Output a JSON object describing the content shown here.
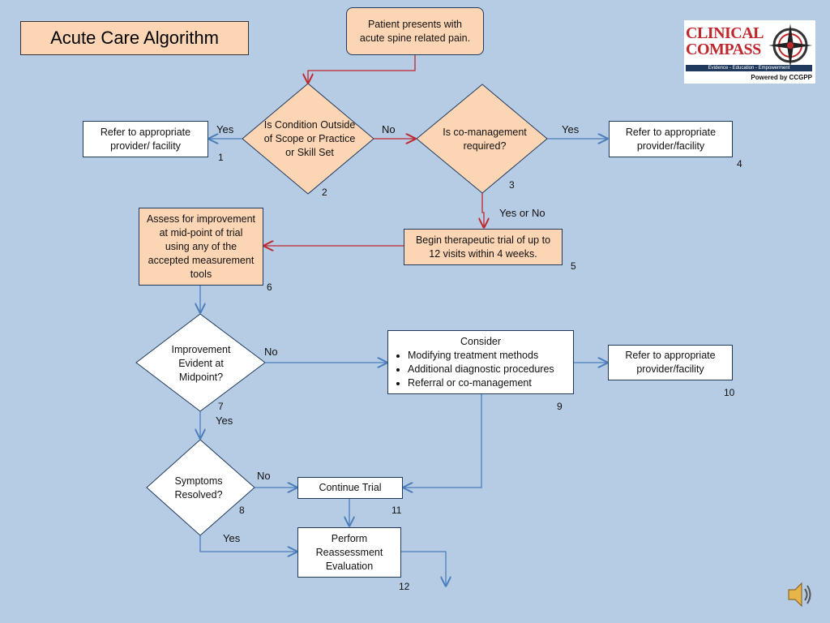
{
  "title": "Acute Care Algorithm",
  "logo": {
    "line1": "CLINICAL",
    "line2": "COMPASS",
    "tagline": "Evidence - Education - Empowerment",
    "powered": "Powered by CCGPP"
  },
  "nodes": {
    "start": "Patient presents with acute spine related pain.",
    "n1": "Refer to appropriate provider/ facility",
    "n2": "Is Condition Outside of Scope or Practice or Skill Set",
    "n3": "Is co-management required?",
    "n4": "Refer to appropriate provider/facility",
    "n5": "Begin therapeutic trial of up to 12 visits within 4 weeks.",
    "n6": "Assess for improvement at mid-point of trial using any of the accepted measurement tools",
    "n7": "Improvement Evident at Midpoint?",
    "n8": "Symptoms Resolved?",
    "n9_title": "Consider",
    "n9_items": [
      "Modifying treatment methods",
      "Additional diagnostic procedures",
      "Referral or co-management"
    ],
    "n10": "Refer to appropriate provider/facility",
    "n11": "Continue Trial",
    "n12": "Perform Reassessment Evaluation"
  },
  "numbers": [
    "1",
    "2",
    "3",
    "4",
    "5",
    "6",
    "7",
    "8",
    "9",
    "10",
    "11",
    "12"
  ],
  "edges": {
    "yes_n2": "Yes",
    "no_n2": "No",
    "yes_n3": "Yes",
    "yesno_n3": "Yes or No",
    "no_n7": "No",
    "yes_n7": "Yes",
    "no_n8": "No",
    "yes_n8": "Yes"
  },
  "colors": {
    "background": "#b6cbe4",
    "peach": "#fcd5b5",
    "red_line": "#c0272d",
    "blue_line": "#4a7ebb"
  },
  "icons": [
    "speaker-icon",
    "compass-icon"
  ]
}
